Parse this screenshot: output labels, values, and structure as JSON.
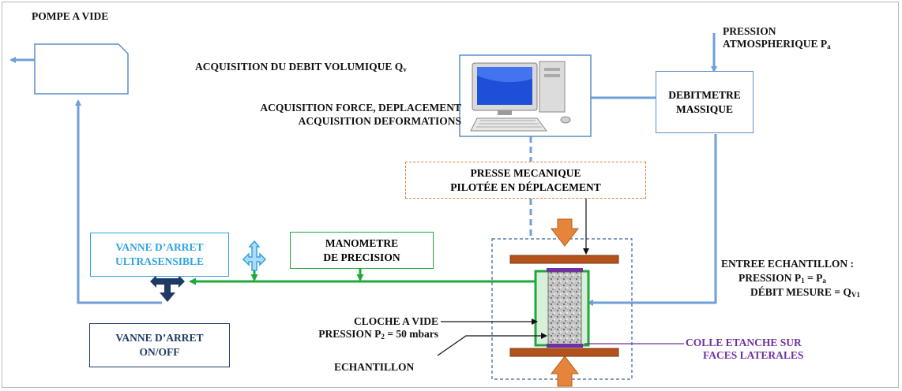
{
  "labels": {
    "pompe": "POMPE A VIDE",
    "pression_atm_1": "PRESSION",
    "pression_atm_2": "ATMOSPHERIQUE P",
    "pression_atm_sub": "a",
    "acq_debit": "ACQUISITION DU DEBIT VOLUMIQUE Q",
    "acq_debit_sub": "v",
    "acq_force": "ACQUISITION FORCE, DEPLACEMENT",
    "acq_deform": "ACQUISITION DEFORMATIONS",
    "debitmetre_1": "DEBITMETRE",
    "debitmetre_2": "MASSIQUE",
    "presse_1": "PRESSE MECANIQUE",
    "presse_2": "PILOTÉE EN DÉPLACEMENT",
    "vanne_us_1": "VANNE D’ARRET",
    "vanne_us_2": "ULTRASENSIBLE",
    "manometre_1": "MANOMETRE",
    "manometre_2": "DE PRECISION",
    "entree_1": "ENTREE ECHANTILLON :",
    "entree_2": "PRESSION P",
    "entree_2_sub": "1",
    "entree_2_rest": " = P",
    "entree_2_sub2": "a",
    "entree_3": "DÉBIT MESURE = Q",
    "entree_3_sub": "V1",
    "cloche_1": "CLOCHE A VIDE",
    "cloche_2": "PRESSION P",
    "cloche_2_sub": "2",
    "cloche_2_rest": " = 50 mbars",
    "vanne_onoff_1": "VANNE D’ARRET",
    "vanne_onoff_2": "ON/OFF",
    "echantillon": "ECHANTILLON",
    "colle_1": "COLLE ETANCHE SUR",
    "colle_2": "FACES LATERALES"
  },
  "colors": {
    "pipe_blue": "#6f9fd6",
    "pipe_green": "#1fa83c",
    "box_border": "#5b8ec9",
    "vanne_us": "#2fa3e0",
    "vanne_onoff": "#1f3a64",
    "presse_border": "#d9803a",
    "plate": "#b4521c",
    "arrow_orange": "#e6843c",
    "colle_text": "#7030a0"
  }
}
